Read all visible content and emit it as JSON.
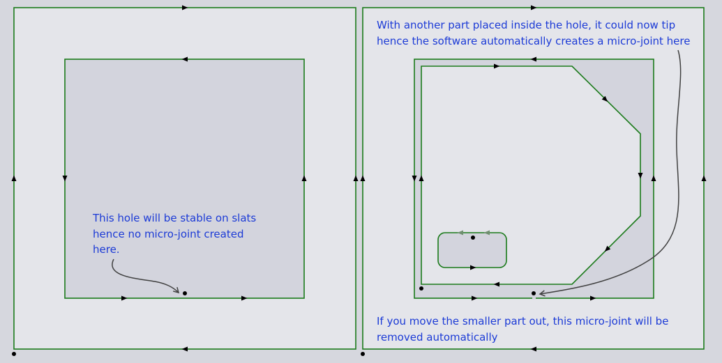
{
  "colors": {
    "background": "#d6d7de",
    "sheet_fill": "#e4e5ea",
    "hole_fill": "#d3d4dd",
    "outline": "#1a7a1a",
    "annotation_text": "#1b3ad6",
    "leader_arrow": "#404040",
    "lead_in_point": "#000000"
  },
  "left_panel": {
    "note": "This hole will be stable on slats\nhence no micro-joint created\nhere."
  },
  "right_panel": {
    "top_note": "With another part placed inside the hole, it could now tip\nhence the software automatically creates a micro-joint here",
    "bottom_note": "If you move the smaller part out, this micro-joint will be\nremoved automatically"
  }
}
